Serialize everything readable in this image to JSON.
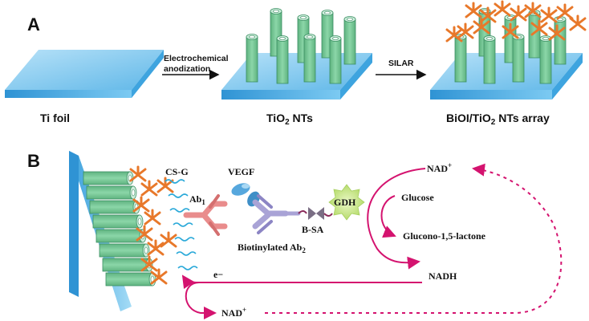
{
  "panel_a": {
    "label": "A",
    "step1_caption": "Ti foil",
    "arrow1_text_line1": "Electrochemical",
    "arrow1_text_line2": "anodization",
    "step2_caption_main": "TiO",
    "step2_caption_sub": "2",
    "step2_caption_tail": " NTs",
    "arrow2_text": "SILAR",
    "step3_caption_main": "BiOI/TiO",
    "step3_caption_sub": "2",
    "step3_caption_tail": " NTs array"
  },
  "panel_b": {
    "label": "B",
    "csg": "CS-G",
    "vegf": "VEGF",
    "ab1_main": "Ab",
    "ab1_sub": "1",
    "biotin_ab2_main": "Biotinylated Ab",
    "biotin_ab2_sub": "2",
    "bsa": "B-SA",
    "gdh": "GDH",
    "nad_top_main": "NAD",
    "nad_top_sup": "+",
    "glucose": "Glucose",
    "gluconolactone": "Glucono-1,5-lactone",
    "nadh": "NADH",
    "electron": "e−",
    "nad_bottom_main": "NAD",
    "nad_bottom_sup": "+"
  },
  "colors": {
    "tube_fill": "#7cc99a",
    "tube_edge": "#3a8f62",
    "substrate": "#5fb7e8",
    "orange": "#e8782a",
    "magenta": "#d4136f",
    "red_ab": "#e98c8c",
    "purple_ab": "#a9a3d6",
    "vegf_blue": "#56a7dd",
    "gdh_green": "#c8e88a",
    "wave_cyan": "#2aa9d9"
  }
}
